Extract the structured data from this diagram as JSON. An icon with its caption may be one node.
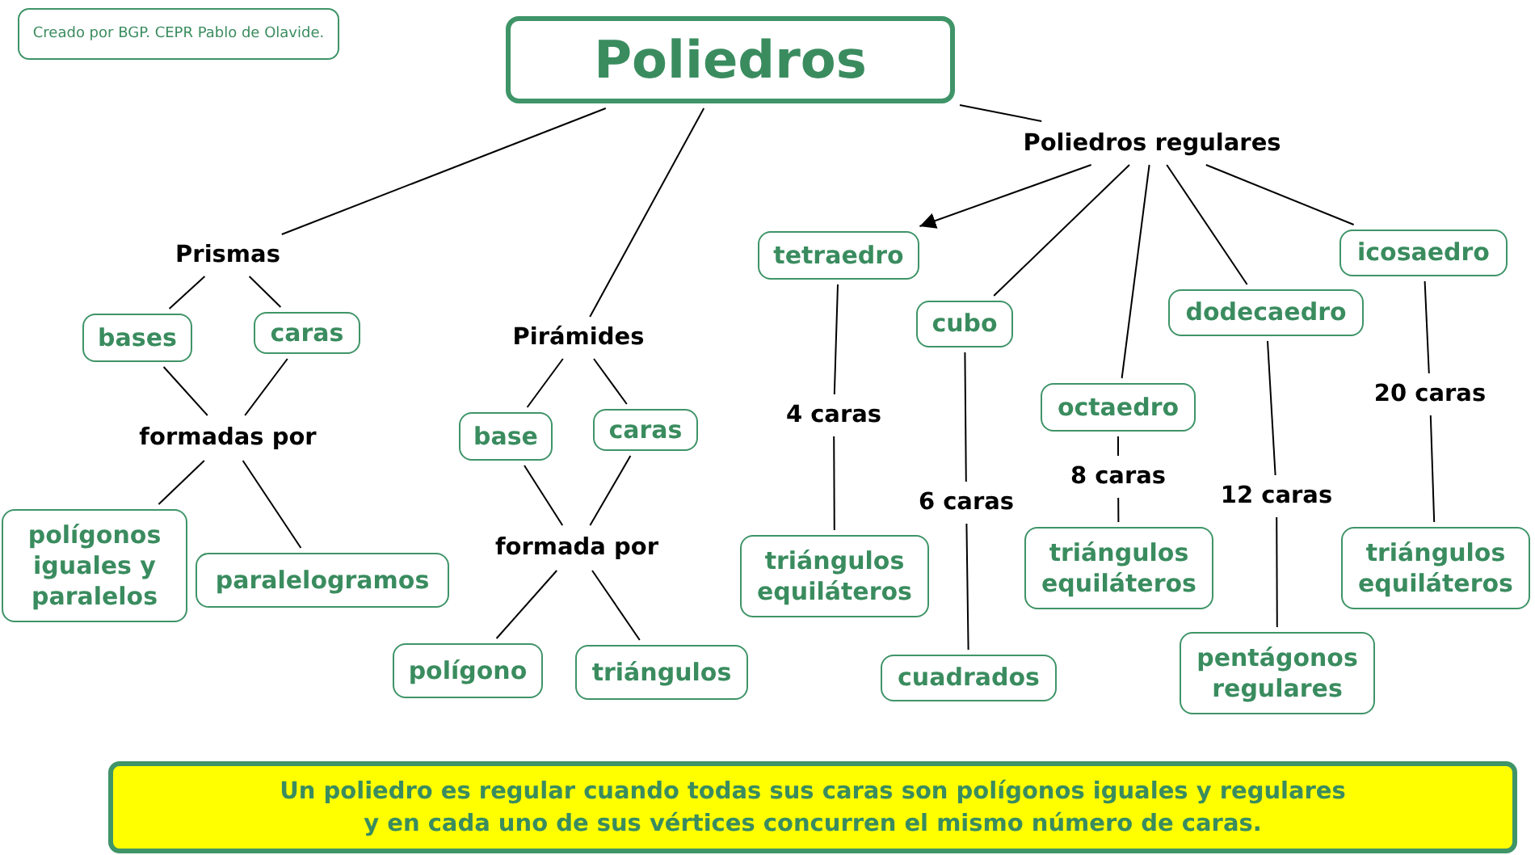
{
  "diagram": {
    "nodes": [
      {
        "text": [
          "Creado por BGP. CEPR Pablo de Olavide."
        ]
      },
      {
        "text": [
          "Poliedros"
        ]
      },
      {
        "text": [
          "Poliedros regulares"
        ]
      },
      {
        "text": [
          "Prismas"
        ]
      },
      {
        "text": [
          "Pirámides"
        ]
      },
      {
        "text": [
          "tetraedro"
        ]
      },
      {
        "text": [
          "icosaedro"
        ]
      },
      {
        "text": [
          "cubo"
        ]
      },
      {
        "text": [
          "dodecaedro"
        ]
      },
      {
        "text": [
          "bases"
        ]
      },
      {
        "text": [
          "caras"
        ]
      },
      {
        "text": [
          "base"
        ]
      },
      {
        "text": [
          "caras"
        ]
      },
      {
        "text": [
          "octaedro"
        ]
      },
      {
        "text": [
          "formadas por"
        ]
      },
      {
        "text": [
          "4 caras"
        ]
      },
      {
        "text": [
          "20 caras"
        ]
      },
      {
        "text": [
          "8 caras"
        ]
      },
      {
        "text": [
          "6 caras"
        ]
      },
      {
        "text": [
          "12 caras"
        ]
      },
      {
        "text": [
          "formada por"
        ]
      },
      {
        "text": [
          "polígonos iguales y paralelos"
        ]
      },
      {
        "text": [
          "paralelogramos"
        ]
      },
      {
        "text": [
          "triángulos equiláteros"
        ]
      },
      {
        "text": [
          "triángulos equiláteros"
        ]
      },
      {
        "text": [
          "triángulos equiláteros"
        ]
      },
      {
        "text": [
          "polígono"
        ]
      },
      {
        "text": [
          "triángulos"
        ]
      },
      {
        "text": [
          "cuadrados"
        ]
      },
      {
        "text": [
          "pentágonos regulares"
        ]
      },
      {
        "text": [
          "Un poliedro es regular cuando todas sus caras son polígonos iguales y regulares y en cada uno de sus vértices concurren el mismo número de caras."
        ]
      }
    ],
    "edges": [
      {
        "from": 1,
        "to": 3,
        "arrow": "none"
      },
      {
        "from": 1,
        "to": 4,
        "arrow": "none"
      },
      {
        "from": 1,
        "to": 2,
        "arrow": "none"
      },
      {
        "from": 2,
        "to": 5,
        "arrow": "to"
      },
      {
        "from": 2,
        "to": 7,
        "arrow": "none"
      },
      {
        "from": 2,
        "to": 13,
        "arrow": "none"
      },
      {
        "from": 2,
        "to": 8,
        "arrow": "none"
      },
      {
        "from": 2,
        "to": 6,
        "arrow": "none"
      },
      {
        "from": 3,
        "to": 9,
        "arrow": "none"
      },
      {
        "from": 3,
        "to": 10,
        "arrow": "none"
      },
      {
        "from": 9,
        "to": 14,
        "arrow": "none"
      },
      {
        "from": 10,
        "to": 14,
        "arrow": "none"
      },
      {
        "from": 14,
        "to": 21,
        "arrow": "none"
      },
      {
        "from": 14,
        "to": 22,
        "arrow": "none"
      },
      {
        "from": 4,
        "to": 11,
        "arrow": "none"
      },
      {
        "from": 4,
        "to": 12,
        "arrow": "none"
      },
      {
        "from": 11,
        "to": 20,
        "arrow": "none"
      },
      {
        "from": 12,
        "to": 20,
        "arrow": "none"
      },
      {
        "from": 20,
        "to": 26,
        "arrow": "none"
      },
      {
        "from": 20,
        "to": 27,
        "arrow": "none"
      },
      {
        "from": 5,
        "to": 15,
        "arrow": "none"
      },
      {
        "from": 15,
        "to": 23,
        "arrow": "none"
      },
      {
        "from": 7,
        "to": 18,
        "arrow": "none"
      },
      {
        "from": 18,
        "to": 28,
        "arrow": "none"
      },
      {
        "from": 13,
        "to": 17,
        "arrow": "none"
      },
      {
        "from": 17,
        "to": 24,
        "arrow": "none"
      },
      {
        "from": 8,
        "to": 19,
        "arrow": "none"
      },
      {
        "from": 19,
        "to": 29,
        "arrow": "none"
      },
      {
        "from": 6,
        "to": 16,
        "arrow": "none"
      },
      {
        "from": 16,
        "to": 25,
        "arrow": "none"
      }
    ]
  }
}
